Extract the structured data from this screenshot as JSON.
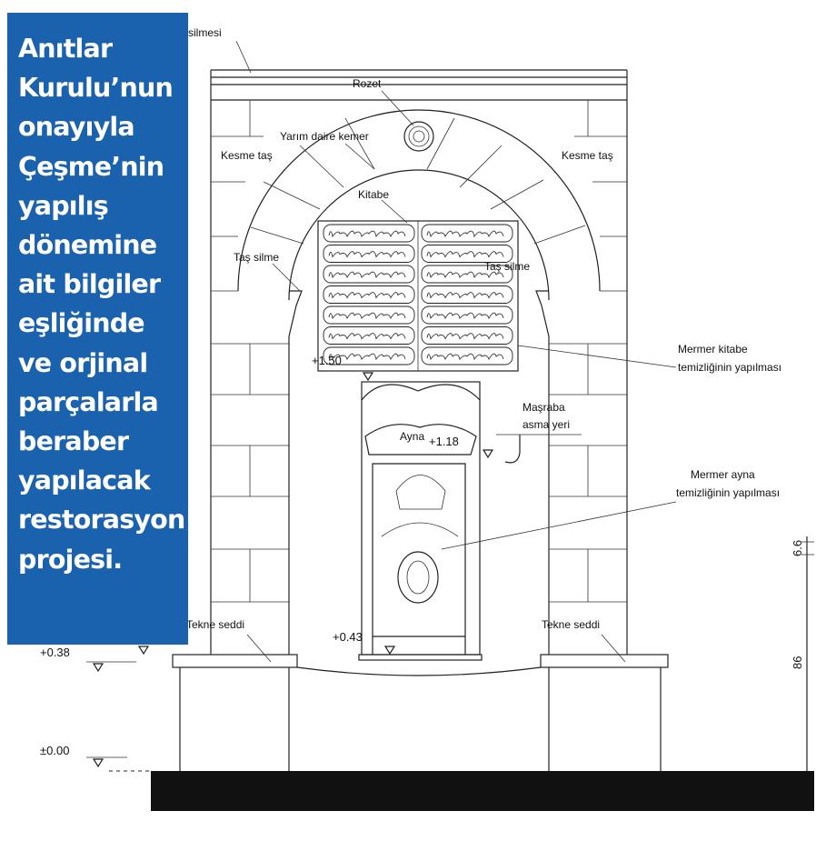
{
  "callout": {
    "lines": [
      "Anıtlar",
      "Kurulu’nun",
      "onayıyla",
      "Çeşme’nin",
      "yapılış",
      "dönemine",
      "ait bilgiler",
      "eşliğinde",
      "ve orjinal",
      "parçalarla",
      "beraber",
      "yapılacak",
      "restorasyon",
      "projesi."
    ],
    "background": "#1a62ae",
    "text_color": "#ffffff"
  },
  "labels": {
    "silme_top": "silmesi",
    "rozet": "Rozet",
    "yarim_daire_kemer": "Yarım daire kemer",
    "kesme_tas_left": "Kesme taş",
    "kesme_tas_right": "Kesme taş",
    "kitabe": "Kitabe",
    "tas_silme_left": "Taş silme",
    "tas_silme_right": "Taş silme",
    "mermer_kitabe_1": "Mermer kitabe",
    "mermer_kitabe_2": "temizliğinin yapılması",
    "masraba_1": "Maşraba",
    "masraba_2": "asma yeri",
    "ayna": "Ayna",
    "mermer_ayna_1": "Mermer ayna",
    "mermer_ayna_2": "temizliğinin yapılması",
    "tekne_seddi_left": "Tekne seddi",
    "tekne_seddi_right": "Tekne seddi"
  },
  "levels": {
    "kitabe_base": "+1.50",
    "ayna_top": "+1.18",
    "tekne_inner": "+0.43",
    "tekne_top": "+0.38",
    "ground": "±0.00"
  },
  "dimensions": {
    "upper": "6.6",
    "lower": "86"
  }
}
